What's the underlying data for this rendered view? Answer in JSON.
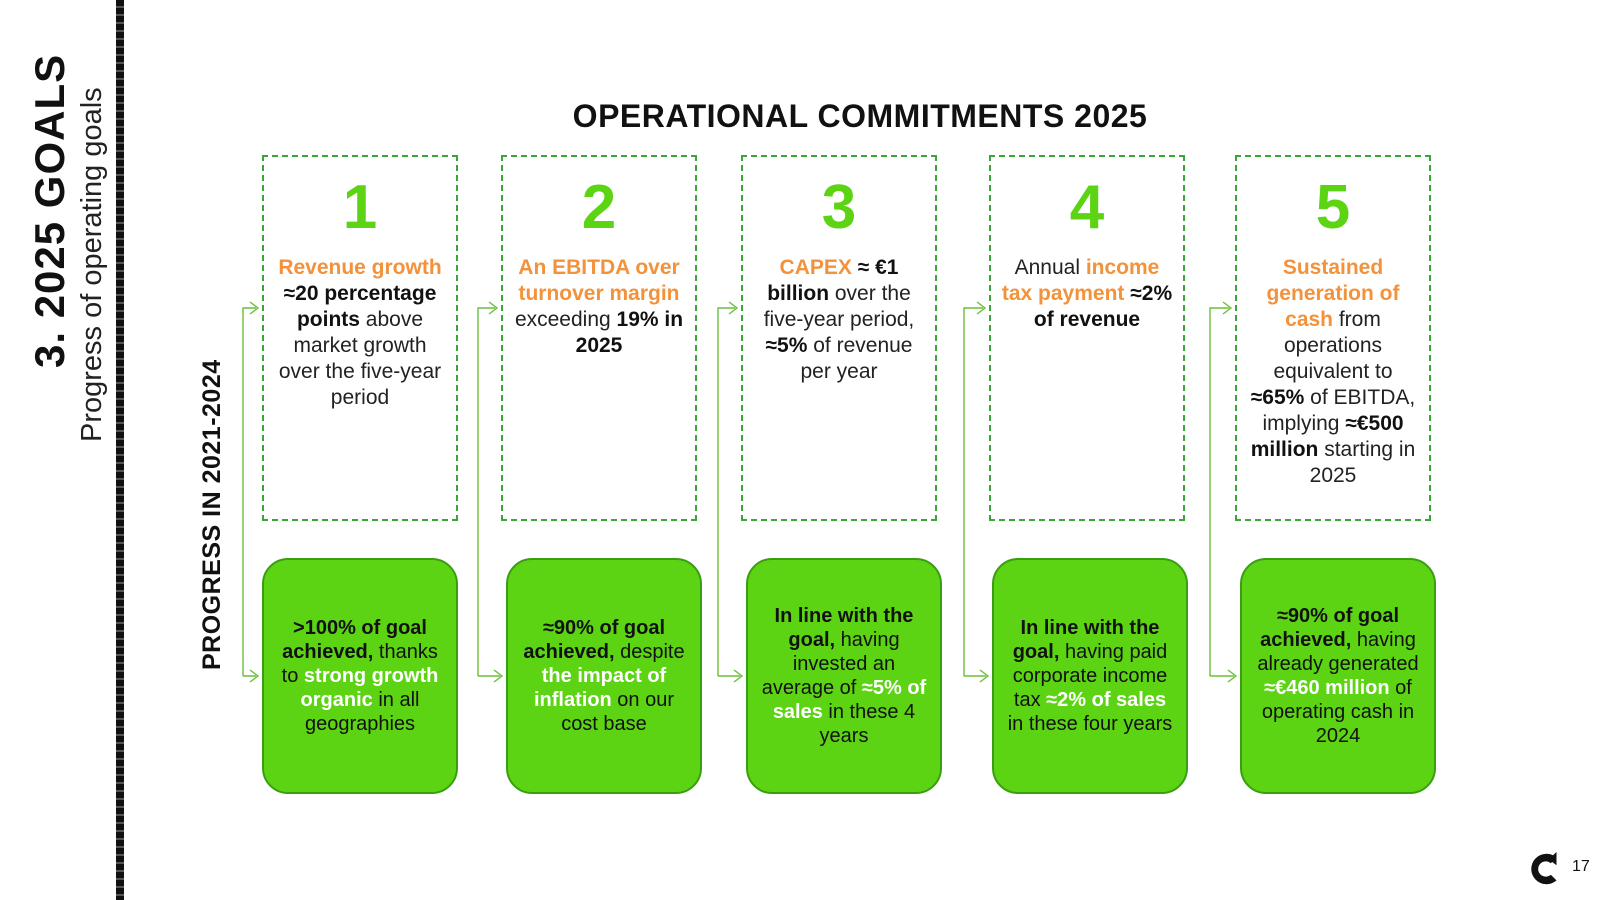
{
  "sidebar": {
    "section_title": "3. 2025 GOALS",
    "section_subtitle": "Progress of operating goals"
  },
  "header": {
    "title": "OPERATIONAL COMMITMENTS 2025"
  },
  "progress_label": "PROGRESS IN 2021-2024",
  "goals": [
    {
      "number": "1",
      "segments": [
        {
          "t": "Revenue growth",
          "s": "or"
        },
        {
          "t": " ≈20 percentage points",
          "s": "bk"
        },
        {
          "t": " above market growth over the five-year period",
          "s": ""
        }
      ]
    },
    {
      "number": "2",
      "segments": [
        {
          "t": "An EBITDA over turnover margin",
          "s": "or"
        },
        {
          "t": " exceeding ",
          "s": ""
        },
        {
          "t": "19% in 2025",
          "s": "bk"
        }
      ]
    },
    {
      "number": "3",
      "segments": [
        {
          "t": "CAPEX",
          "s": "or"
        },
        {
          "t": " ≈ €1 billion",
          "s": "bk"
        },
        {
          "t": " over the five-year period, ",
          "s": ""
        },
        {
          "t": "≈5%",
          "s": "bk"
        },
        {
          "t": " of revenue per year",
          "s": ""
        }
      ]
    },
    {
      "number": "4",
      "segments": [
        {
          "t": "Annual ",
          "s": ""
        },
        {
          "t": "income tax payment",
          "s": "or"
        },
        {
          "t": " ≈2% of revenue",
          "s": "bk"
        }
      ]
    },
    {
      "number": "5",
      "segments": [
        {
          "t": "Sustained generation of cash",
          "s": "or"
        },
        {
          "t": " from operations equivalent to ",
          "s": ""
        },
        {
          "t": "≈65%",
          "s": "bk"
        },
        {
          "t": " of EBITDA, implying ",
          "s": ""
        },
        {
          "t": "≈€500 million",
          "s": "bk"
        },
        {
          "t": " starting in 2025",
          "s": ""
        }
      ]
    }
  ],
  "progress": [
    {
      "segments": [
        {
          "t": ">100% of goal achieved,",
          "s": "bk"
        },
        {
          "t": " thanks to ",
          "s": ""
        },
        {
          "t": "strong growth organic",
          "s": "wh"
        },
        {
          "t": " in all geographies",
          "s": ""
        }
      ]
    },
    {
      "segments": [
        {
          "t": "≈90% of goal achieved,",
          "s": "bk"
        },
        {
          "t": " despite ",
          "s": ""
        },
        {
          "t": "the impact of inflation",
          "s": "wh"
        },
        {
          "t": " on our cost base",
          "s": ""
        }
      ]
    },
    {
      "segments": [
        {
          "t": "In line with the goal,",
          "s": "bk"
        },
        {
          "t": " having invested an average of ",
          "s": ""
        },
        {
          "t": "≈5% of sales",
          "s": "wh"
        },
        {
          "t": " in these 4 years",
          "s": ""
        }
      ]
    },
    {
      "segments": [
        {
          "t": "In line with the goal,",
          "s": "bk"
        },
        {
          "t": " having paid corporate income tax ",
          "s": ""
        },
        {
          "t": "≈2% of sales",
          "s": "wh"
        },
        {
          "t": " in these four years",
          "s": ""
        }
      ]
    },
    {
      "segments": [
        {
          "t": "≈90% of goal achieved,",
          "s": "bk"
        },
        {
          "t": " having already generated ",
          "s": ""
        },
        {
          "t": "≈€460 million",
          "s": "wh"
        },
        {
          "t": " of operating cash in 2024",
          "s": ""
        }
      ]
    }
  ],
  "footer": {
    "page_number": "17",
    "logo_icon": "company-logo-icon"
  },
  "colors": {
    "accent_green": "#5cd414",
    "accent_orange": "#f3923a",
    "border_green": "#3aa63a"
  }
}
